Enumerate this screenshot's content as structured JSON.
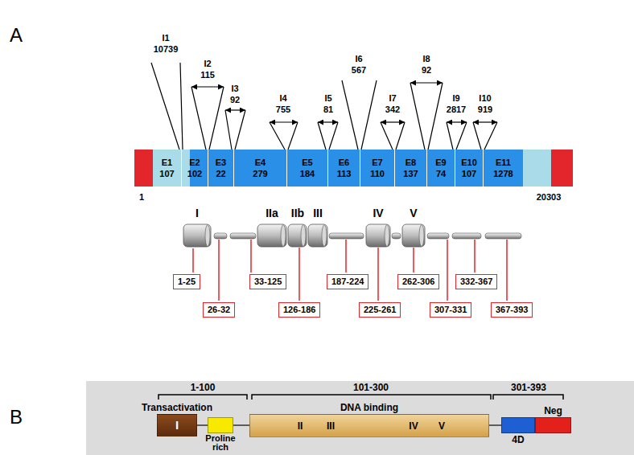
{
  "diagram": {
    "nodes": [
      {
        "text": [
          "E1",
          "107"
        ]
      },
      {
        "text": [
          "E2",
          "102"
        ]
      },
      {
        "text": [
          "E3",
          "22"
        ]
      },
      {
        "text": [
          "E4",
          "279"
        ]
      },
      {
        "text": [
          "E5",
          "184"
        ]
      },
      {
        "text": [
          "E6",
          "113"
        ]
      },
      {
        "text": [
          "E7",
          "110"
        ]
      },
      {
        "text": [
          "E8",
          "137"
        ]
      },
      {
        "text": [
          "E9",
          "74"
        ]
      },
      {
        "text": [
          "E10",
          "107"
        ]
      },
      {
        "text": [
          "E11",
          "1278"
        ]
      },
      {
        "text": [
          "1-25"
        ]
      },
      {
        "text": [
          "26-32"
        ]
      },
      {
        "text": [
          "33-125"
        ]
      },
      {
        "text": [
          "126-186"
        ]
      },
      {
        "text": [
          "187-224"
        ]
      },
      {
        "text": [
          "225-261"
        ]
      },
      {
        "text": [
          "262-306"
        ]
      },
      {
        "text": [
          "307-331"
        ]
      },
      {
        "text": [
          "332-367"
        ]
      },
      {
        "text": [
          "367-393"
        ]
      },
      {
        "text": [
          "Transactivation",
          "I"
        ]
      },
      {
        "text": [
          "Proline rich"
        ]
      },
      {
        "text": [
          "DNA binding",
          "II",
          "III",
          "IV",
          "V"
        ]
      },
      {
        "text": [
          "4D"
        ]
      },
      {
        "text": [
          "Neg"
        ]
      }
    ],
    "edges": [
      {
        "from": 21,
        "to": 22,
        "arrow": "none"
      },
      {
        "from": 22,
        "to": 23,
        "arrow": "none"
      },
      {
        "from": 23,
        "to": 24,
        "arrow": "none"
      }
    ],
    "labels": [
      "A",
      "I1",
      "10739",
      "I2",
      "115",
      "I3",
      "92",
      "I4",
      "755",
      "I5",
      "81",
      "I6",
      "567",
      "I7",
      "342",
      "I8",
      "92",
      "I9",
      "2817",
      "I10",
      "919",
      "1",
      "20303",
      "I",
      "IIa",
      "IIb",
      "III",
      "IV",
      "V",
      "B",
      "1-100",
      "101-300",
      "301-393"
    ]
  }
}
